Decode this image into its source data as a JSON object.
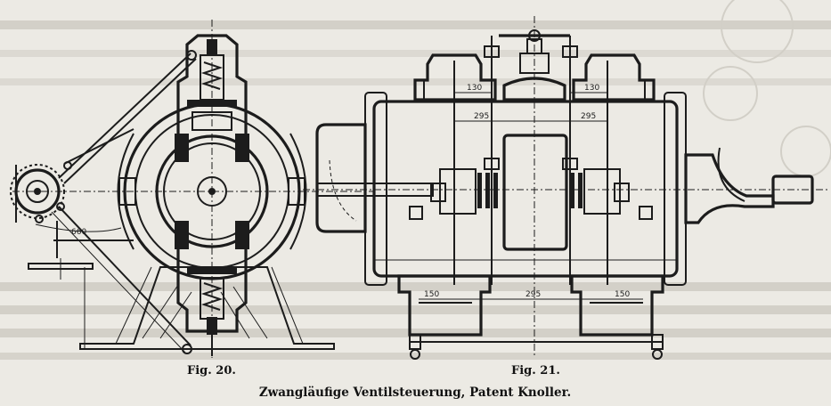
{
  "figures": [
    {
      "label": "Fig. 20."
    },
    {
      "label": "Fig. 21."
    }
  ],
  "caption": "Zwangläufige Ventilsteuerung, Patent Knoller.",
  "dimensions": {
    "fig20_arc": "660",
    "fig21_top_left": "130",
    "fig21_top_right": "130",
    "fig21_mid_left": "295",
    "fig21_mid_right": "295",
    "fig21_bottom_left": "150",
    "fig21_bottom_mid": "295",
    "fig21_bottom_right": "150"
  },
  "colors": {
    "ink": "#1c1c1c",
    "paper": "#eceae4"
  }
}
